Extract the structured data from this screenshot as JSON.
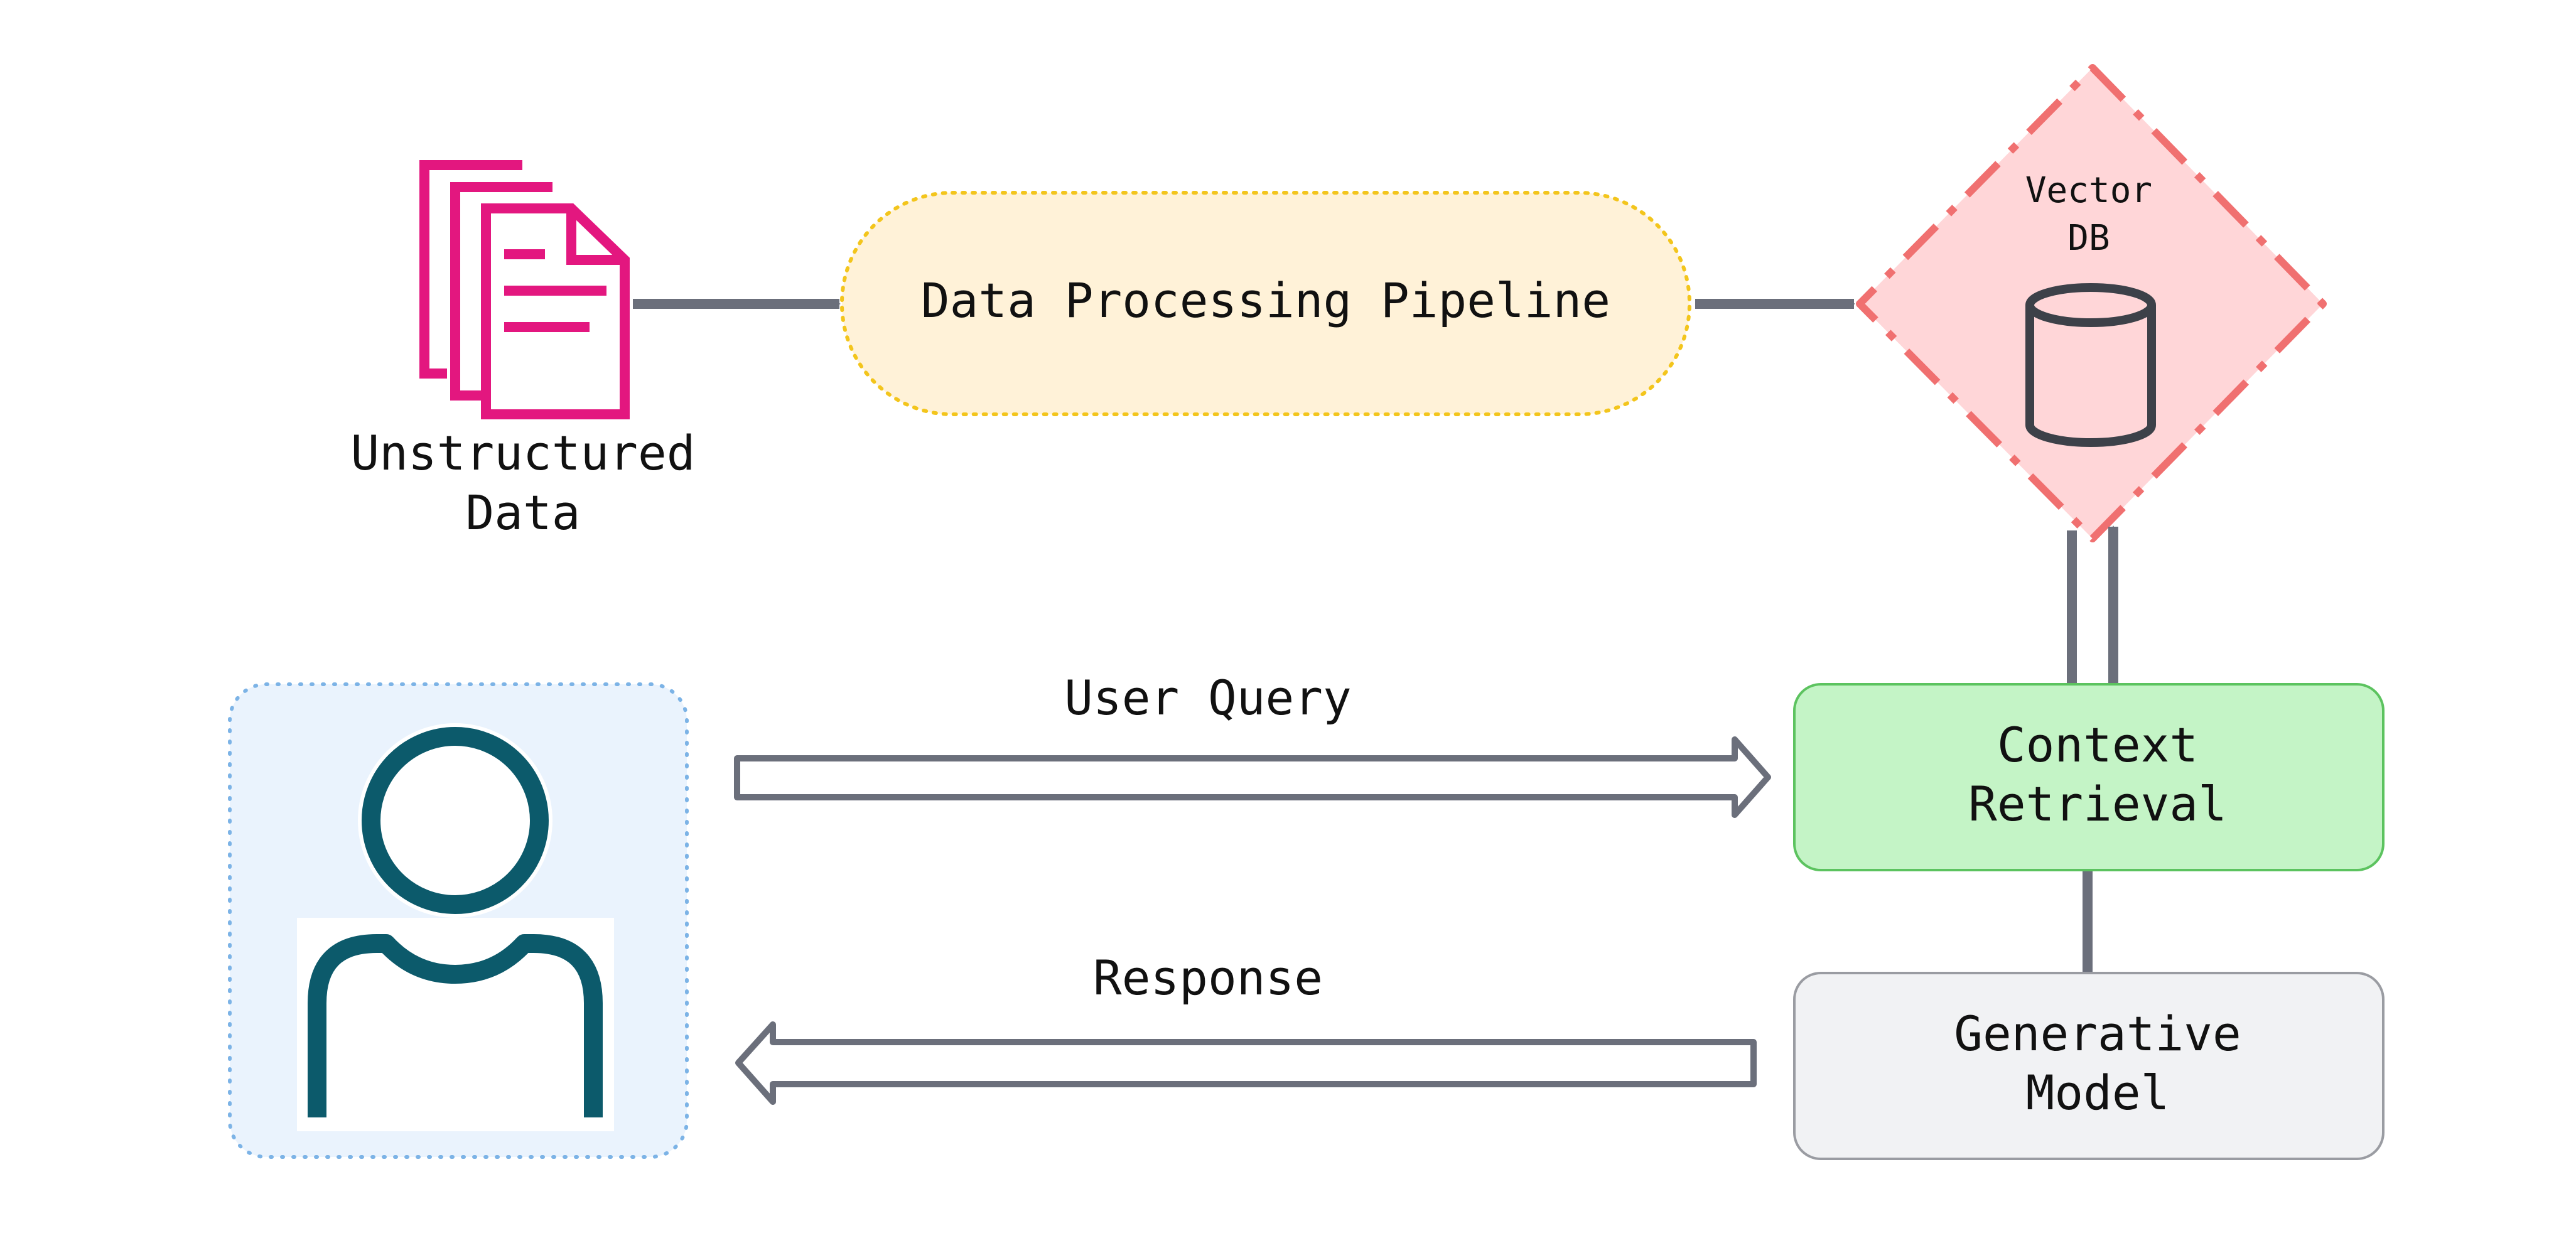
{
  "colors": {
    "connector": "#6b6f7b",
    "document_icon": "#e3177f",
    "pipeline_fill": "#fff2d8",
    "pipeline_border": "#f3c51c",
    "vectordb_fill": "#ffd6d8",
    "vectordb_border": "#f07070",
    "context_fill": "#c4f4c6",
    "context_border": "#5cc35f",
    "model_fill": "#f1f2f4",
    "model_border": "#9a9ca2",
    "user_panel_fill": "#eaf3fd",
    "user_panel_border": "#7cb3e6",
    "user_icon": "#0c5a6b"
  },
  "icons": {
    "documents": "documents-icon",
    "database": "database-cylinder-icon",
    "user": "user-person-icon"
  },
  "nodes": {
    "unstructured_data": {
      "line1": "Unstructured",
      "line2": "Data"
    },
    "pipeline": {
      "label": "Data Processing Pipeline"
    },
    "vector_db": {
      "line1": "Vector",
      "line2": "DB"
    },
    "context_retrieval": {
      "line1": "Context",
      "line2": "Retrieval"
    },
    "generative_model": {
      "line1": "Generative",
      "line2": "Model"
    }
  },
  "edges": {
    "user_query": {
      "label": "User Query"
    },
    "response": {
      "label": "Response"
    }
  }
}
